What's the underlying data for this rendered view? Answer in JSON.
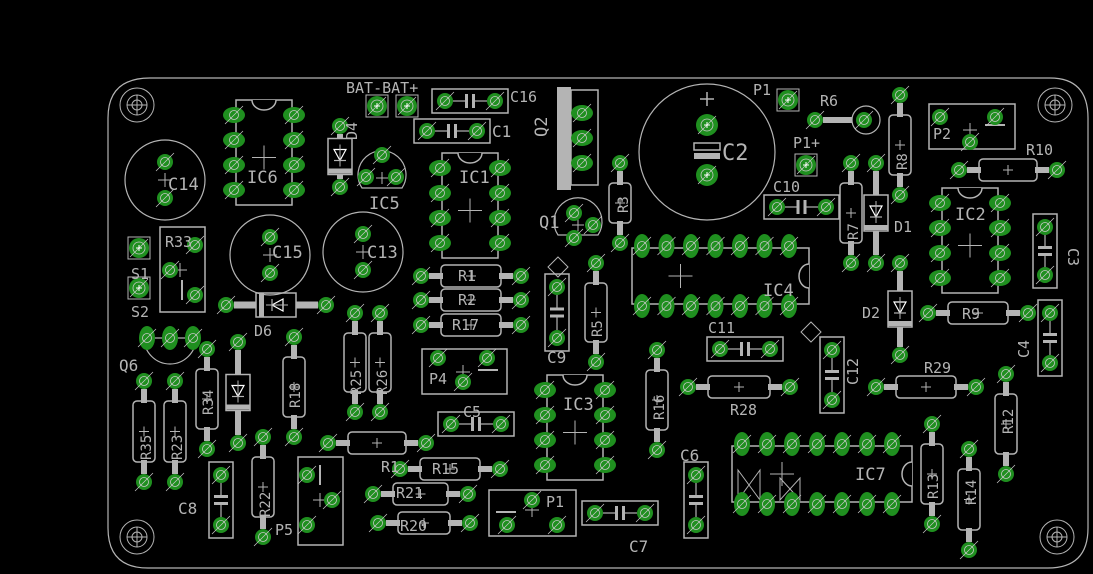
{
  "view": "PCB board layout",
  "colors": {
    "background": "#000000",
    "outline": "#b4b4b4",
    "pad": "#1e8c1e",
    "pad_ring": "#2aa52a",
    "silk": "#c0c0c0"
  },
  "mounting_holes": 4,
  "components": [
    {
      "ref": "IC6",
      "type": "dip8"
    },
    {
      "ref": "IC1",
      "type": "dip8"
    },
    {
      "ref": "IC2",
      "type": "dip8"
    },
    {
      "ref": "IC3",
      "type": "dip8"
    },
    {
      "ref": "IC4",
      "type": "dip14"
    },
    {
      "ref": "IC7",
      "type": "dip14"
    },
    {
      "ref": "IC5",
      "type": "to92"
    },
    {
      "ref": "Q1",
      "type": "to92"
    },
    {
      "ref": "Q2",
      "type": "to220"
    },
    {
      "ref": "Q6",
      "type": "to92"
    },
    {
      "ref": "C2",
      "type": "elcap-large"
    },
    {
      "ref": "C13",
      "type": "elcap"
    },
    {
      "ref": "C14",
      "type": "elcap"
    },
    {
      "ref": "C15",
      "type": "elcap"
    },
    {
      "ref": "C1",
      "type": "cap-h"
    },
    {
      "ref": "C16",
      "type": "cap-h"
    },
    {
      "ref": "C10",
      "type": "cap-h"
    },
    {
      "ref": "C11",
      "type": "cap-h"
    },
    {
      "ref": "C5",
      "type": "cap-h"
    },
    {
      "ref": "C7",
      "type": "cap-h"
    },
    {
      "ref": "C3",
      "type": "cap-v"
    },
    {
      "ref": "C4",
      "type": "cap-v"
    },
    {
      "ref": "C6",
      "type": "cap-v"
    },
    {
      "ref": "C8",
      "type": "cap-v"
    },
    {
      "ref": "C9",
      "type": "cap-v"
    },
    {
      "ref": "C12",
      "type": "cap-v"
    },
    {
      "ref": "R1",
      "type": "res-h"
    },
    {
      "ref": "R2",
      "type": "res-h"
    },
    {
      "ref": "R17",
      "type": "res-h"
    },
    {
      "ref": "R9",
      "type": "res-h"
    },
    {
      "ref": "R10",
      "type": "res-h"
    },
    {
      "ref": "R15",
      "type": "res-h"
    },
    {
      "ref": "R20",
      "type": "res-h"
    },
    {
      "ref": "R21",
      "type": "res-h"
    },
    {
      "ref": "R28",
      "type": "res-h"
    },
    {
      "ref": "R29",
      "type": "res-h"
    },
    {
      "ref": "R3",
      "type": "res-v"
    },
    {
      "ref": "R5",
      "type": "res-v"
    },
    {
      "ref": "R7",
      "type": "res-v"
    },
    {
      "ref": "R8",
      "type": "res-v"
    },
    {
      "ref": "R12",
      "type": "res-v"
    },
    {
      "ref": "R13",
      "type": "res-v"
    },
    {
      "ref": "R14",
      "type": "res-v"
    },
    {
      "ref": "R16",
      "type": "res-v"
    },
    {
      "ref": "R18",
      "type": "res-v"
    },
    {
      "ref": "R22",
      "type": "res-v"
    },
    {
      "ref": "R23",
      "type": "res-v"
    },
    {
      "ref": "R25",
      "type": "res-v"
    },
    {
      "ref": "R26",
      "type": "res-v"
    },
    {
      "ref": "R34",
      "type": "res-v"
    },
    {
      "ref": "R35",
      "type": "res-v"
    },
    {
      "ref": "R33",
      "type": "trimmer"
    },
    {
      "ref": "R6",
      "type": "res-standing"
    },
    {
      "ref": "D1",
      "type": "diode-v"
    },
    {
      "ref": "D2",
      "type": "diode-v"
    },
    {
      "ref": "D4",
      "type": "diode-v"
    },
    {
      "ref": "D6",
      "type": "diode-h"
    },
    {
      "ref": "P1",
      "type": "pot"
    },
    {
      "ref": "P2",
      "type": "pot"
    },
    {
      "ref": "P4",
      "type": "pot"
    },
    {
      "ref": "P5",
      "type": "pot"
    },
    {
      "ref": "BAT-",
      "type": "pad"
    },
    {
      "ref": "BAT+",
      "type": "pad"
    },
    {
      "ref": "S1",
      "type": "pad"
    },
    {
      "ref": "S2",
      "type": "pad"
    },
    {
      "ref": "P1+",
      "type": "pad"
    }
  ],
  "labels": {
    "IC6": "IC6",
    "IC1": "IC1",
    "IC2": "IC2",
    "IC3": "IC3",
    "IC4": "IC4",
    "IC7": "IC7",
    "IC5": "IC5",
    "Q1": "Q1",
    "Q2": "Q2",
    "Q6": "Q6",
    "C1": "C1",
    "C2": "C2",
    "C3": "C3",
    "C4": "C4",
    "C5": "C5",
    "C6": "C6",
    "C7": "C7",
    "C8": "C8",
    "C9": "C9",
    "C10": "C10",
    "C11": "C11",
    "C12": "C12",
    "C13": "C13",
    "C14": "C14",
    "C15": "C15",
    "C16": "C16",
    "R1": "R1",
    "R2": "R2",
    "R3": "R3",
    "R5": "R5",
    "R6": "R6",
    "R7": "R7",
    "R8": "R8",
    "R9": "R9",
    "R10": "R10",
    "R12": "R12",
    "R13": "R13",
    "R14": "R14",
    "R15": "R15",
    "R16": "R16",
    "R17": "R17",
    "R18": "R18",
    "R1x": "R1",
    "R20": "R20",
    "R21": "R21",
    "R22": "R22",
    "R23": "R23",
    "R25": "R25",
    "R26": "R26",
    "R28": "R28",
    "R29": "R29",
    "R33": "R33",
    "R34": "R34",
    "R35": "R35",
    "D1": "D1",
    "D2": "D2",
    "D4": "D4",
    "D6": "D6",
    "P1": "P1",
    "P1top": "P1",
    "P1plus": "P1+",
    "P2": "P2",
    "P4": "P4",
    "P5": "P5",
    "BAT": "BAT-BAT+",
    "S1": "S1",
    "S2": "S2"
  }
}
